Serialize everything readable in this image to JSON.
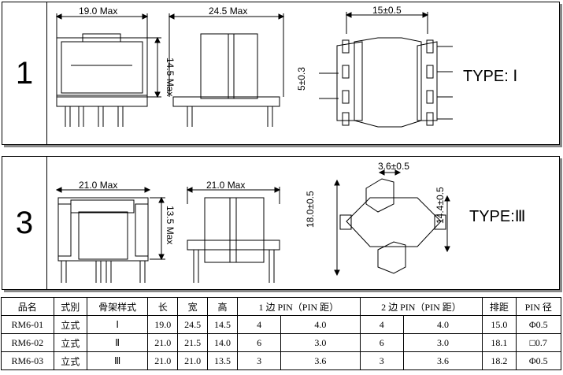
{
  "panel1": {
    "number": "1",
    "dim_width": "19.0 Max",
    "dim_depth": "24.5 Max",
    "dim_height": "14.5 Max",
    "dim_pitch": "15±0.5",
    "dim_pin": "5±0.3",
    "type_label": "TYPE: Ⅰ"
  },
  "panel3": {
    "number": "3",
    "dim_width": "21.0 Max",
    "dim_depth": "21.0 Max",
    "dim_height": "13.5 Max",
    "dim_pin": "3.6±0.5",
    "dim_left": "18.0±0.5",
    "dim_right": "14.4±0.5",
    "type_label": "TYPE:Ⅲ"
  },
  "table": {
    "headers": [
      "品名",
      "式別",
      "骨架样式",
      "长",
      "宽",
      "高",
      "1 边 PIN（PIN 距）",
      "",
      "2 边 PIN（PIN 距）",
      "",
      "排距",
      "PIN 径"
    ],
    "rows": [
      [
        "RM6-01",
        "立式",
        "Ⅰ",
        "19.0",
        "24.5",
        "14.5",
        "4",
        "4.0",
        "4",
        "4.0",
        "15.0",
        "Φ0.5"
      ],
      [
        "RM6-02",
        "立式",
        "Ⅱ",
        "21.0",
        "21.5",
        "14.0",
        "6",
        "3.0",
        "6",
        "3.0",
        "18.1",
        "□0.7"
      ],
      [
        "RM6-03",
        "立式",
        "Ⅲ",
        "21.0",
        "21.0",
        "13.5",
        "3",
        "3.6",
        "3",
        "3.6",
        "18.2",
        "Φ0.5"
      ]
    ]
  }
}
